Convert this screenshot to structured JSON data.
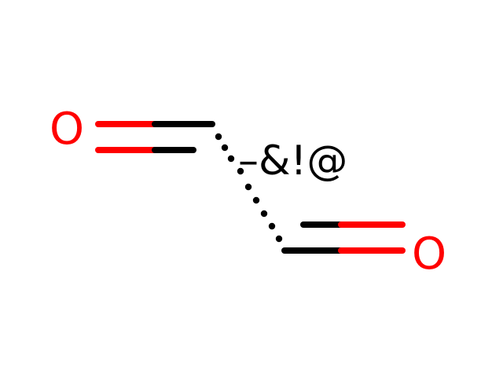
{
  "molecule": {
    "atoms": [
      {
        "id": "O1",
        "label": "O",
        "color": "#ff0000"
      },
      {
        "id": "O2",
        "label": "O",
        "color": "#ff0000"
      }
    ],
    "query_bond_label": "–&!@",
    "bond_color": "#000000",
    "heteroatom_color": "#ff0000"
  }
}
